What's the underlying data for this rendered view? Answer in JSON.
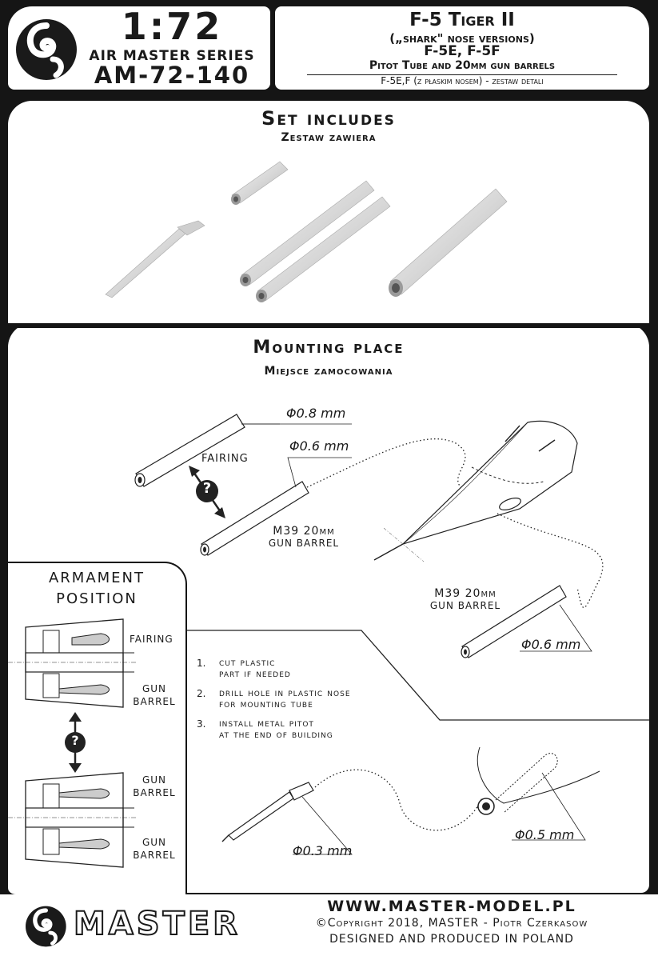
{
  "header": {
    "scale": "1:72",
    "series": "AIR MASTER SERIES",
    "code": "AM-72-140",
    "title": "F-5 Tiger II",
    "subtitle": "(„shark\" nose versions)",
    "variants": "F-5E, F-5F",
    "contents": "Pitot Tube and 20mm gun barrels",
    "polish": "F-5E,F (z płaskim nosem) - zestaw detali"
  },
  "set_includes": {
    "title": "Set includes",
    "subtitle": "Zestaw zawiera"
  },
  "mounting": {
    "title": "Mounting place",
    "subtitle": "Miejsce zamocowania",
    "dim_fairing": "Φ0.8 mm",
    "dim_barrel_top": "Φ0.6 mm",
    "fairing_label": "FAIRING",
    "barrel_label_1": "M39 20mm",
    "barrel_label_2": "GUN BARREL",
    "barrel2_label_1": "M39 20mm",
    "barrel2_label_2": "GUN BARREL",
    "dim_barrel_right": "Φ0.6 mm",
    "dim_pitot": "Φ0.3 mm",
    "dim_hole": "Φ0.5 mm",
    "question": "?"
  },
  "armament": {
    "title_1": "ARMAMENT",
    "title_2": "POSITION",
    "top_fairing": "FAIRING",
    "top_gun_1": "GUN",
    "top_gun_2": "BARREL",
    "bot_gun_a1": "GUN",
    "bot_gun_a2": "BARREL",
    "bot_gun_b1": "GUN",
    "bot_gun_b2": "BARREL",
    "question": "?"
  },
  "steps": [
    {
      "num": "1.",
      "line1": "cut plastic",
      "line2": "part if needed"
    },
    {
      "num": "2.",
      "line1": "drill hole in plastic nose",
      "line2": "for mounting tube"
    },
    {
      "num": "3.",
      "line1": "install metal pitot",
      "line2": "at the end of building"
    }
  ],
  "footer": {
    "brand": "MASTER",
    "url": "WWW.MASTER-MODEL.PL",
    "copyright": "©Copyright 2018, MASTER - Piotr Czerkasow",
    "made": "DESIGNED AND PRODUCED IN POLAND"
  }
}
